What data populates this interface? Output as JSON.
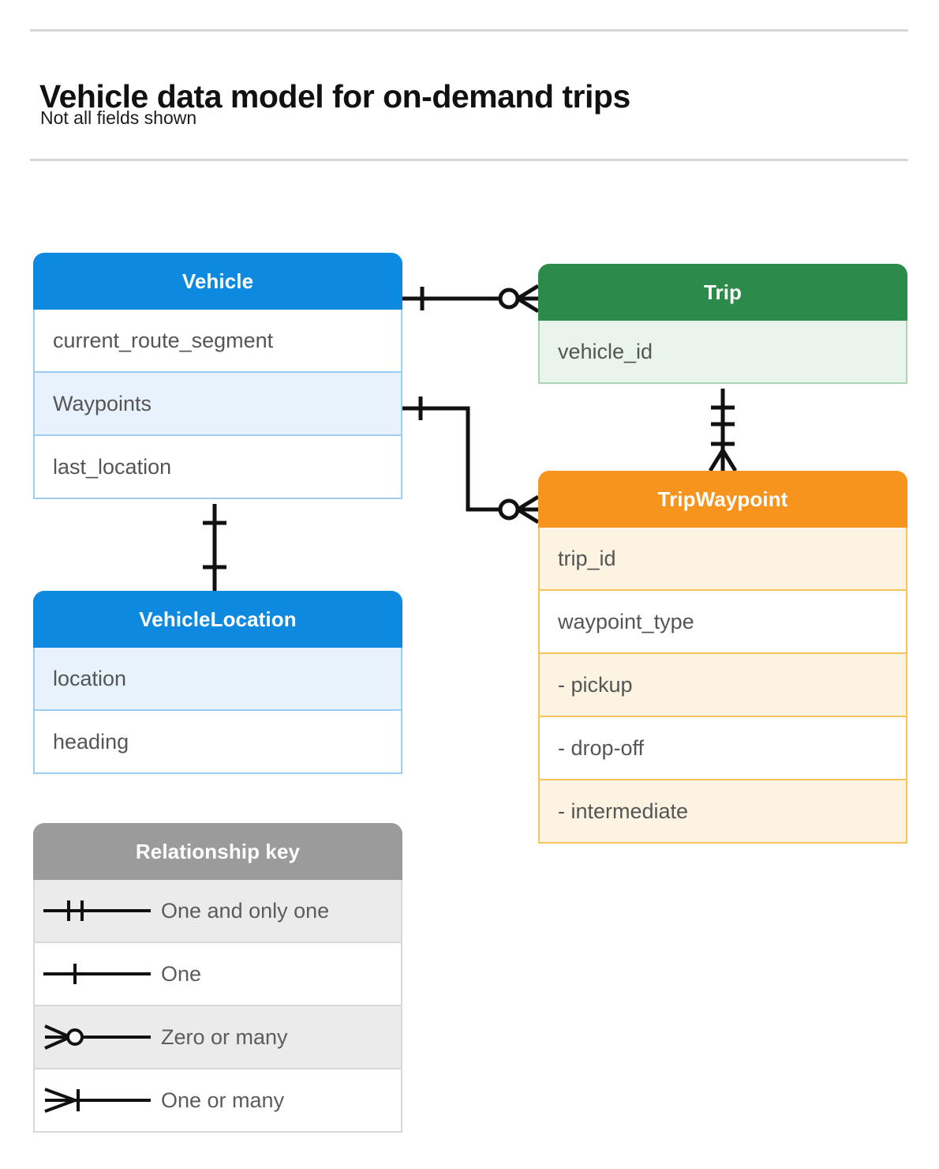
{
  "header": {
    "title": "Vehicle data model for on-demand trips",
    "subtitle": "Not all fields shown"
  },
  "entities": [
    {
      "id": "vehicle",
      "name": "Vehicle",
      "color": "#0d8ae0",
      "fields": [
        "current_route_segment",
        "Waypoints",
        "last_location"
      ]
    },
    {
      "id": "vehiclelocation",
      "name": "VehicleLocation",
      "color": "#0d8ae0",
      "fields": [
        "location",
        "heading"
      ]
    },
    {
      "id": "trip",
      "name": "Trip",
      "color": "#2c8a4b",
      "fields": [
        "vehicle_id"
      ]
    },
    {
      "id": "tripwaypoint",
      "name": "TripWaypoint",
      "color": "#f7941e",
      "fields": [
        "trip_id",
        "waypoint_type",
        "-  pickup",
        "-  drop-off",
        "-  intermediate"
      ]
    }
  ],
  "legend": {
    "title": "Relationship key",
    "rows": [
      {
        "glyph": "one-and-only-one-icon",
        "label": "One and only one"
      },
      {
        "glyph": "one-icon",
        "label": "One"
      },
      {
        "glyph": "zero-or-many-icon",
        "label": "Zero or many"
      },
      {
        "glyph": "one-or-many-icon",
        "label": "One or many"
      }
    ]
  },
  "relationships": [
    {
      "id": "vehicle-to-trip",
      "from": "Vehicle",
      "to": "Trip",
      "from_cardinality": "One",
      "to_cardinality": "Zero or many"
    },
    {
      "id": "vehicle-waypoints-to-tripwaypoint",
      "from": "Vehicle.Waypoints",
      "to": "TripWaypoint",
      "from_cardinality": "One",
      "to_cardinality": "Zero or many"
    },
    {
      "id": "trip-to-tripwaypoint",
      "from": "Trip",
      "to": "TripWaypoint",
      "from_cardinality": "One and only one",
      "to_cardinality": "One or many"
    },
    {
      "id": "vehicle-to-vehiclelocation",
      "from": "Vehicle.last_location",
      "to": "VehicleLocation",
      "from_cardinality": "One and only one",
      "to_cardinality": "One and only one"
    }
  ],
  "colors": {
    "blue": "#0d8ae0",
    "green": "#2c8a4b",
    "orange": "#f7941e",
    "grey": "#9b9b9b",
    "line": "#111111",
    "rule": "#d6d6d6"
  }
}
